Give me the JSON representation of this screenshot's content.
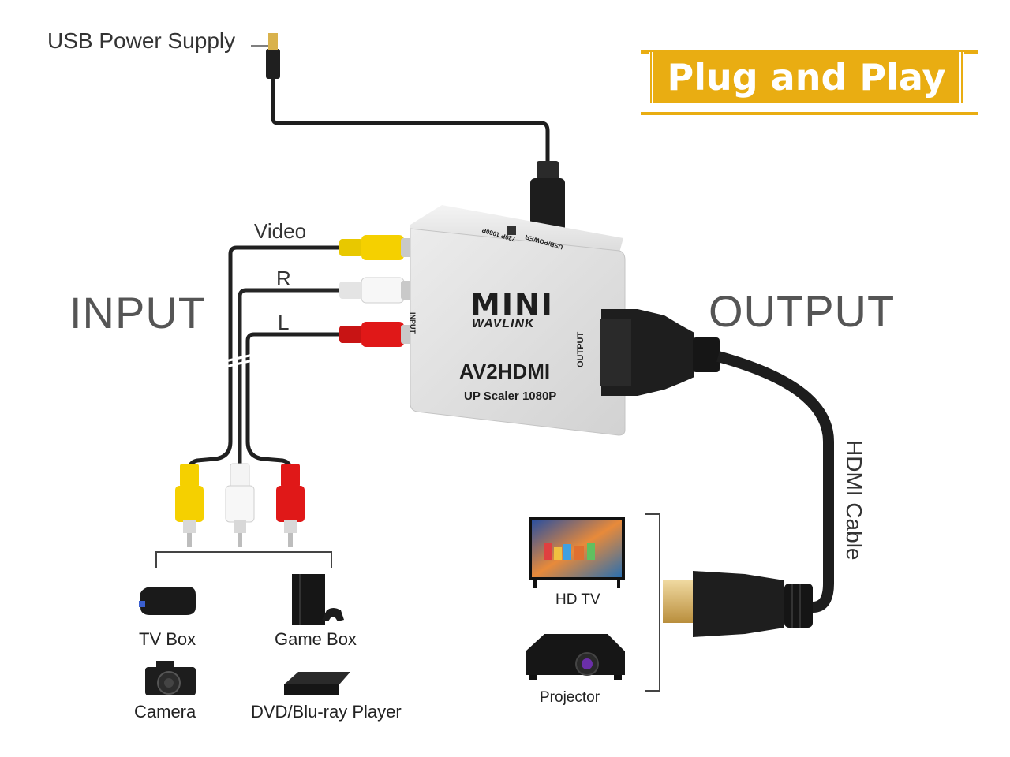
{
  "banner": {
    "text": "Plug and Play"
  },
  "labels": {
    "usb_power": "USB Power Supply",
    "input": "INPUT",
    "output": "OUTPUT",
    "video": "Video",
    "right": "R",
    "left": "L",
    "hdmi_cable": "HDMI Cable"
  },
  "converter": {
    "brand_top": "MINI",
    "brand_bottom": "WAVLINK",
    "model": "AV2HDMI",
    "subtitle": "UP Scaler 1080P",
    "port_input": "INPUT",
    "port_output": "OUTPUT",
    "port_usb": "USB/POWER",
    "port_switch": "720P 1080P"
  },
  "sources": [
    "TV Box",
    "Game Box",
    "Camera",
    "DVD/Blu-ray Player"
  ],
  "displays": [
    "HD TV",
    "Projector"
  ],
  "colors": {
    "banner": "#e9ad12",
    "rca_yellow": "#f5d000",
    "rca_white": "#f2f2f2",
    "rca_red": "#e01818",
    "cable": "#2a2a2a",
    "hdmi_gold": "#d9b56a"
  }
}
